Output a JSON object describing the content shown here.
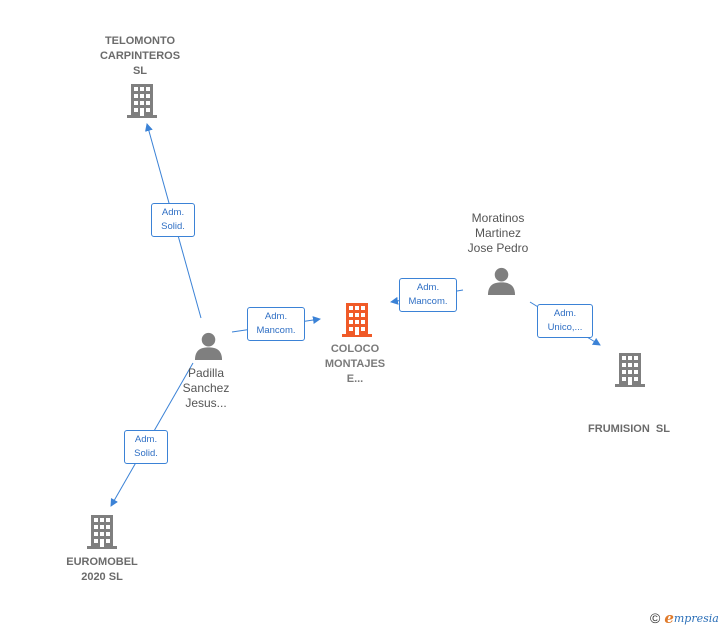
{
  "colors": {
    "company": "#7f7f7f",
    "main_company": "#f05a28",
    "person": "#7f7f7f",
    "edge": "#3b82d6",
    "brand": "#2b6fb8"
  },
  "nodes": {
    "telomonto": {
      "lines": [
        "TELOMONTO",
        "CARPINTEROS",
        "SL"
      ],
      "kind": "company",
      "icon": "building-icon"
    },
    "coloco": {
      "lines": [
        "COLOCO",
        "MONTAJES",
        "E..."
      ],
      "kind": "company-main",
      "icon": "building-icon"
    },
    "frumision": {
      "lines": [
        "FRUMISION  SL"
      ],
      "kind": "company",
      "icon": "building-icon"
    },
    "euromobel": {
      "lines": [
        "EUROMOBEL",
        "2020 SL"
      ],
      "kind": "company",
      "icon": "building-icon"
    },
    "padilla": {
      "lines": [
        "Padilla",
        "Sanchez",
        "Jesus..."
      ],
      "kind": "person",
      "icon": "person-icon"
    },
    "moratinos": {
      "lines": [
        "Moratinos",
        "Martinez",
        "Jose Pedro"
      ],
      "kind": "person",
      "icon": "person-icon"
    }
  },
  "edges": [
    {
      "id": "padilla-telomonto",
      "lines": [
        "Adm.",
        "Solid."
      ]
    },
    {
      "id": "padilla-coloco",
      "lines": [
        "Adm.",
        "Mancom."
      ]
    },
    {
      "id": "moratinos-coloco",
      "lines": [
        "Adm.",
        "Mancom."
      ]
    },
    {
      "id": "moratinos-frumision",
      "lines": [
        "Adm.",
        "Unico,..."
      ]
    },
    {
      "id": "padilla-euromobel",
      "lines": [
        "Adm.",
        "Solid."
      ]
    }
  ],
  "footer": {
    "copyright": "©",
    "brand_initial": "e",
    "brand_rest": "mpresia"
  }
}
